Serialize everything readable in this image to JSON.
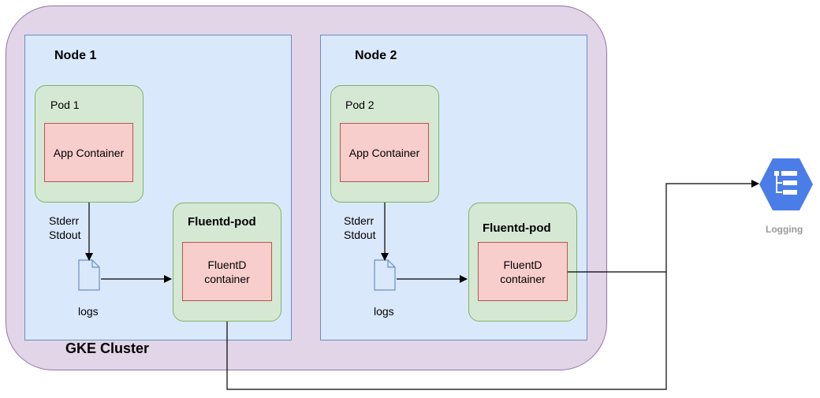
{
  "cluster": {
    "label": "GKE Cluster"
  },
  "nodes": [
    {
      "title": "Node 1",
      "pod": {
        "label": "Pod 1",
        "container": "App Container"
      },
      "streams": "Stderr\nStdout",
      "logs": "logs",
      "fluentd_pod": {
        "label": "Fluentd-pod",
        "container": "FluentD\ncontainer"
      }
    },
    {
      "title": "Node 2",
      "pod": {
        "label": "Pod 2",
        "container": "App Container"
      },
      "streams": "Stderr\nStdout",
      "logs": "logs",
      "fluentd_pod": {
        "label": "Fluentd-pod",
        "container": "FluentD\ncontainer"
      }
    }
  ],
  "logging": {
    "label": "Logging",
    "icon": "logging-icon",
    "color": "#4a7de8"
  },
  "colors": {
    "cluster_fill": "#e1d5e7",
    "cluster_stroke": "#9673a6",
    "node_fill": "#dae8fc",
    "node_stroke": "#6c8ebf",
    "pod_fill": "#d5e8d4",
    "pod_stroke": "#82b366",
    "container_fill": "#f8cecc",
    "container_stroke": "#b85450"
  }
}
